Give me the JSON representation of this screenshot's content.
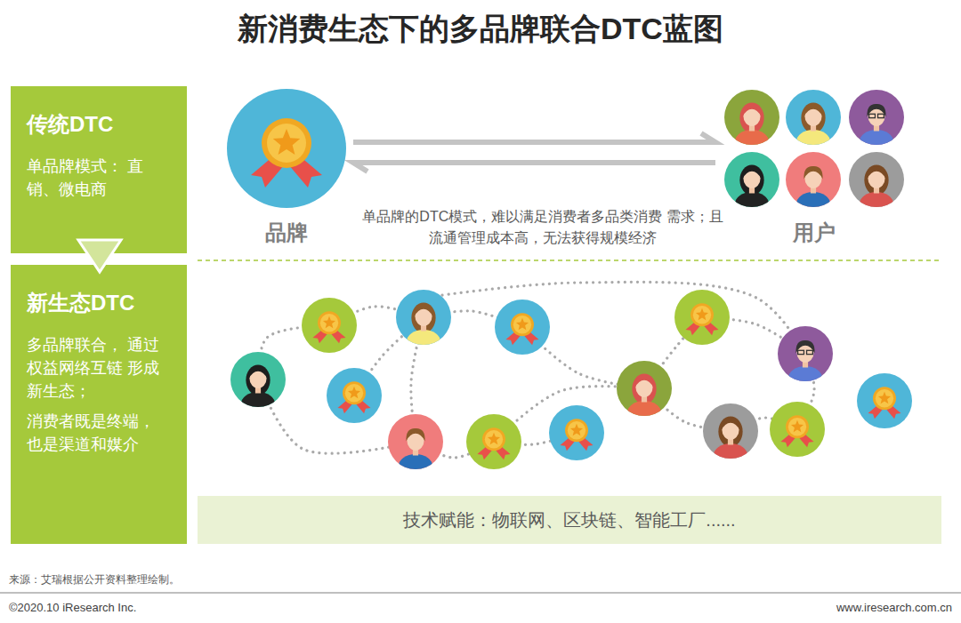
{
  "diagram": {
    "title": "新消费生态下的多品牌联合DTC蓝图",
    "nodes": [
      {
        "text": [
          "传统DTC",
          "单品牌模式： 直销、微电商"
        ]
      },
      {
        "text": [
          "品牌"
        ]
      },
      {
        "text": [
          "用户"
        ]
      },
      {
        "text": [
          "新生态DTC",
          "多品牌联合， 通过权益网络互链 形成新生态；",
          "消费者既是终端， 也是渠道和媒介"
        ]
      },
      {
        "text": [
          "技术赋能：物联网、区块链、智能工厂......"
        ]
      }
    ],
    "edges": [
      {
        "from": 1,
        "to": 2,
        "arrow": "to"
      },
      {
        "from": 2,
        "to": 1,
        "arrow": "to"
      }
    ],
    "labels": [
      "单品牌的DTC模式，难以满足消费者多品类消费 需求；且流通管理成本高，无法获得规模经济",
      "来源：艾瑞根据公开资料整理绘制。",
      "©2020.10 iResearch Inc.",
      "www.iresearch.com.cn"
    ]
  }
}
